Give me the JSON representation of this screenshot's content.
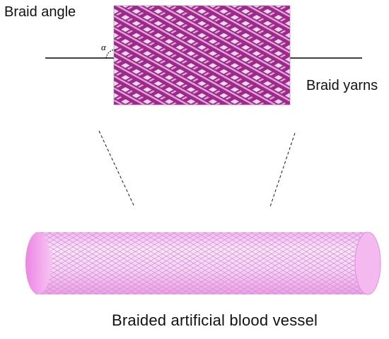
{
  "labels": {
    "braid_angle": "Braid angle",
    "alpha_symbol": "α",
    "braid_yarns": "Braid yarns",
    "vessel": "Braided  artificial blood vessel"
  },
  "colors": {
    "yarn_dark": "#9c2a8a",
    "yarn_mid": "#c45cb4",
    "yarn_light": "#e3a4d9",
    "vessel_body": "#f6c7f3",
    "vessel_end": "#ee8fe6",
    "vessel_grid": "#c98fd0",
    "line": "#000000"
  },
  "icons": {
    "angle_arc": "angle-arc-icon"
  }
}
